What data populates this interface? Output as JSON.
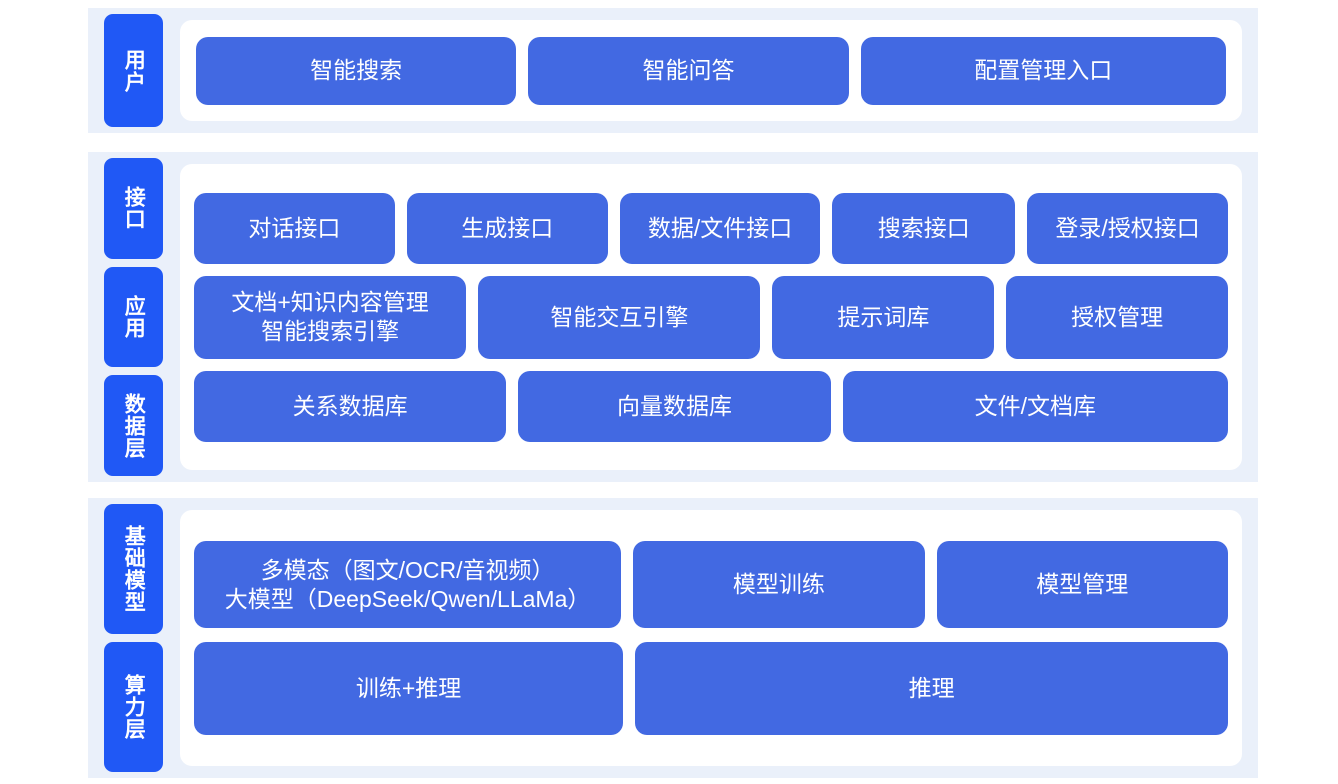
{
  "theme": {
    "band_bg": "#eaf0fa",
    "panel_bg": "#ffffff",
    "tab_blue": "#2058f5",
    "box_blue": "#4269e2",
    "box_text": "#ffffff",
    "page_bg": "#ffffff"
  },
  "sections": [
    {
      "id": "user",
      "rail": [
        {
          "label": "用户"
        }
      ],
      "rows": [
        {
          "id": "user-entries",
          "boxes": [
            {
              "label": "智能搜索"
            },
            {
              "label": "智能问答"
            },
            {
              "label": "配置管理入口"
            }
          ]
        }
      ]
    },
    {
      "id": "platform",
      "rail": [
        {
          "label": "接口"
        },
        {
          "label": "应用"
        },
        {
          "label": "数据层"
        }
      ],
      "rows": [
        {
          "id": "interface",
          "boxes": [
            {
              "label": "对话接口"
            },
            {
              "label": "生成接口"
            },
            {
              "label": "数据/文件接口"
            },
            {
              "label": "搜索接口"
            },
            {
              "label": "登录/授权接口"
            }
          ]
        },
        {
          "id": "application",
          "boxes": [
            {
              "label": "文档+知识内容管理\n智能搜索引擎"
            },
            {
              "label": "智能交互引擎"
            },
            {
              "label": "提示词库"
            },
            {
              "label": "授权管理"
            }
          ]
        },
        {
          "id": "data",
          "boxes": [
            {
              "label": "关系数据库"
            },
            {
              "label": "向量数据库"
            },
            {
              "label": "文件/文档库"
            }
          ]
        }
      ]
    },
    {
      "id": "infra",
      "rail": [
        {
          "label": "基础模型"
        },
        {
          "label": "算力层"
        }
      ],
      "rows": [
        {
          "id": "model",
          "boxes": [
            {
              "label": "多模态（图文/OCR/音视频）\n大模型（DeepSeek/Qwen/LLaMa）"
            },
            {
              "label": "模型训练"
            },
            {
              "label": "模型管理"
            }
          ]
        },
        {
          "id": "compute",
          "boxes": [
            {
              "label": "训练+推理"
            },
            {
              "label": "推理"
            }
          ]
        }
      ]
    }
  ]
}
